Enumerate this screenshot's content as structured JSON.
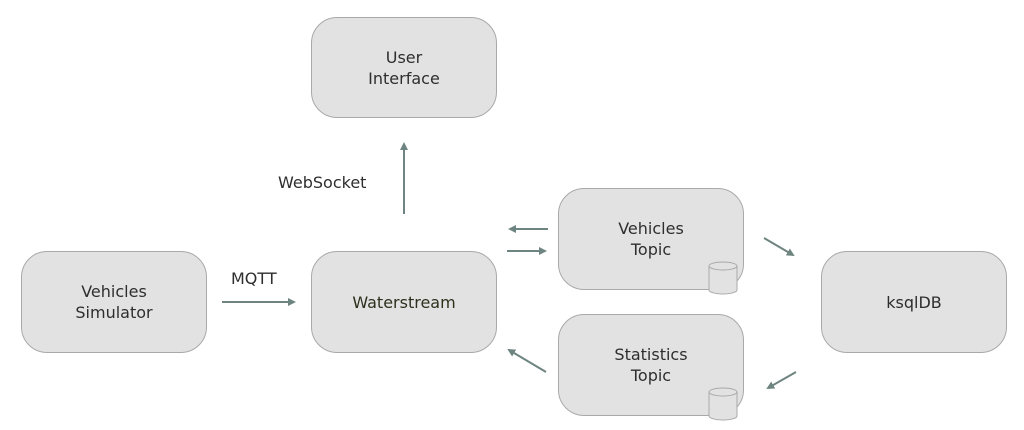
{
  "diagram": {
    "nodes": [
      {
        "id": "user-interface",
        "lines": [
          "User",
          "Interface"
        ]
      },
      {
        "id": "vehicles-simulator",
        "lines": [
          "Vehicles",
          "Simulator"
        ]
      },
      {
        "id": "waterstream",
        "lines": [
          "Waterstream"
        ]
      },
      {
        "id": "vehicles-topic",
        "lines": [
          "Vehicles",
          "Topic"
        ],
        "storage_icon": "database-cylinder"
      },
      {
        "id": "statistics-topic",
        "lines": [
          "Statistics",
          "Topic"
        ],
        "storage_icon": "database-cylinder"
      },
      {
        "id": "ksqldb",
        "lines": [
          "ksqlDB"
        ]
      }
    ],
    "edges": [
      {
        "from": "vehicles-simulator",
        "to": "waterstream",
        "label": "MQTT"
      },
      {
        "from": "waterstream",
        "to": "user-interface",
        "label": "WebSocket"
      },
      {
        "from": "vehicles-topic",
        "to": "waterstream",
        "label": ""
      },
      {
        "from": "waterstream",
        "to": "vehicles-topic",
        "label": ""
      },
      {
        "from": "vehicles-topic",
        "to": "ksqldb",
        "label": ""
      },
      {
        "from": "ksqldb",
        "to": "statistics-topic",
        "label": ""
      },
      {
        "from": "statistics-topic",
        "to": "waterstream",
        "label": ""
      }
    ],
    "colors": {
      "node_fill": "#e2e2e2",
      "node_border": "#a9a9a9",
      "arrow": "#6e8480",
      "text": "#2e2e2e",
      "waterstream_text": "#2d301c"
    }
  }
}
